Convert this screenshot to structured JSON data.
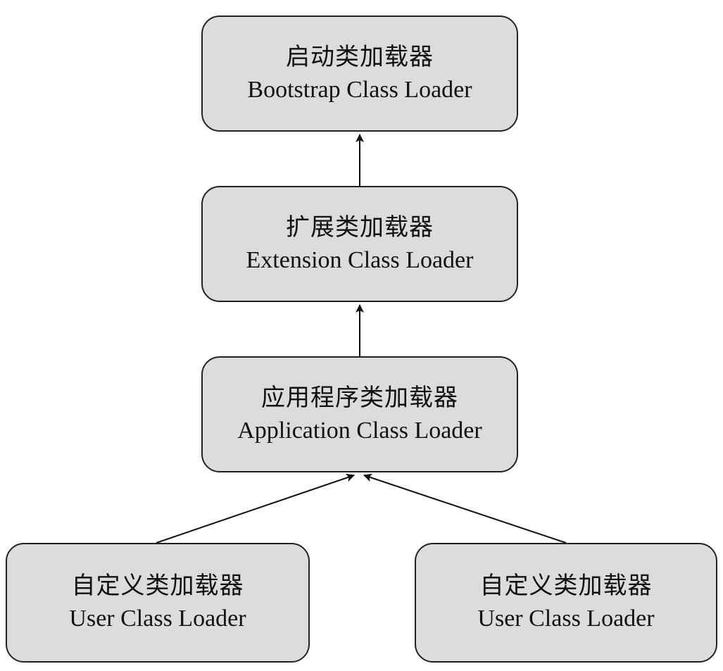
{
  "colors": {
    "node_fill": "#dcdcdc",
    "node_border": "#222222",
    "arrow": "#111111"
  },
  "nodes": {
    "bootstrap": {
      "zh": "启动类加载器",
      "en": "Bootstrap Class Loader"
    },
    "extension": {
      "zh": "扩展类加载器",
      "en": "Extension Class Loader"
    },
    "application": {
      "zh": "应用程序类加载器",
      "en": "Application Class Loader"
    },
    "user_left": {
      "zh": "自定义类加载器",
      "en": "User Class Loader"
    },
    "user_right": {
      "zh": "自定义类加载器",
      "en": "User Class Loader"
    }
  },
  "edges": [
    {
      "from": "extension",
      "to": "bootstrap"
    },
    {
      "from": "application",
      "to": "extension"
    },
    {
      "from": "user_left",
      "to": "application"
    },
    {
      "from": "user_right",
      "to": "application"
    }
  ]
}
